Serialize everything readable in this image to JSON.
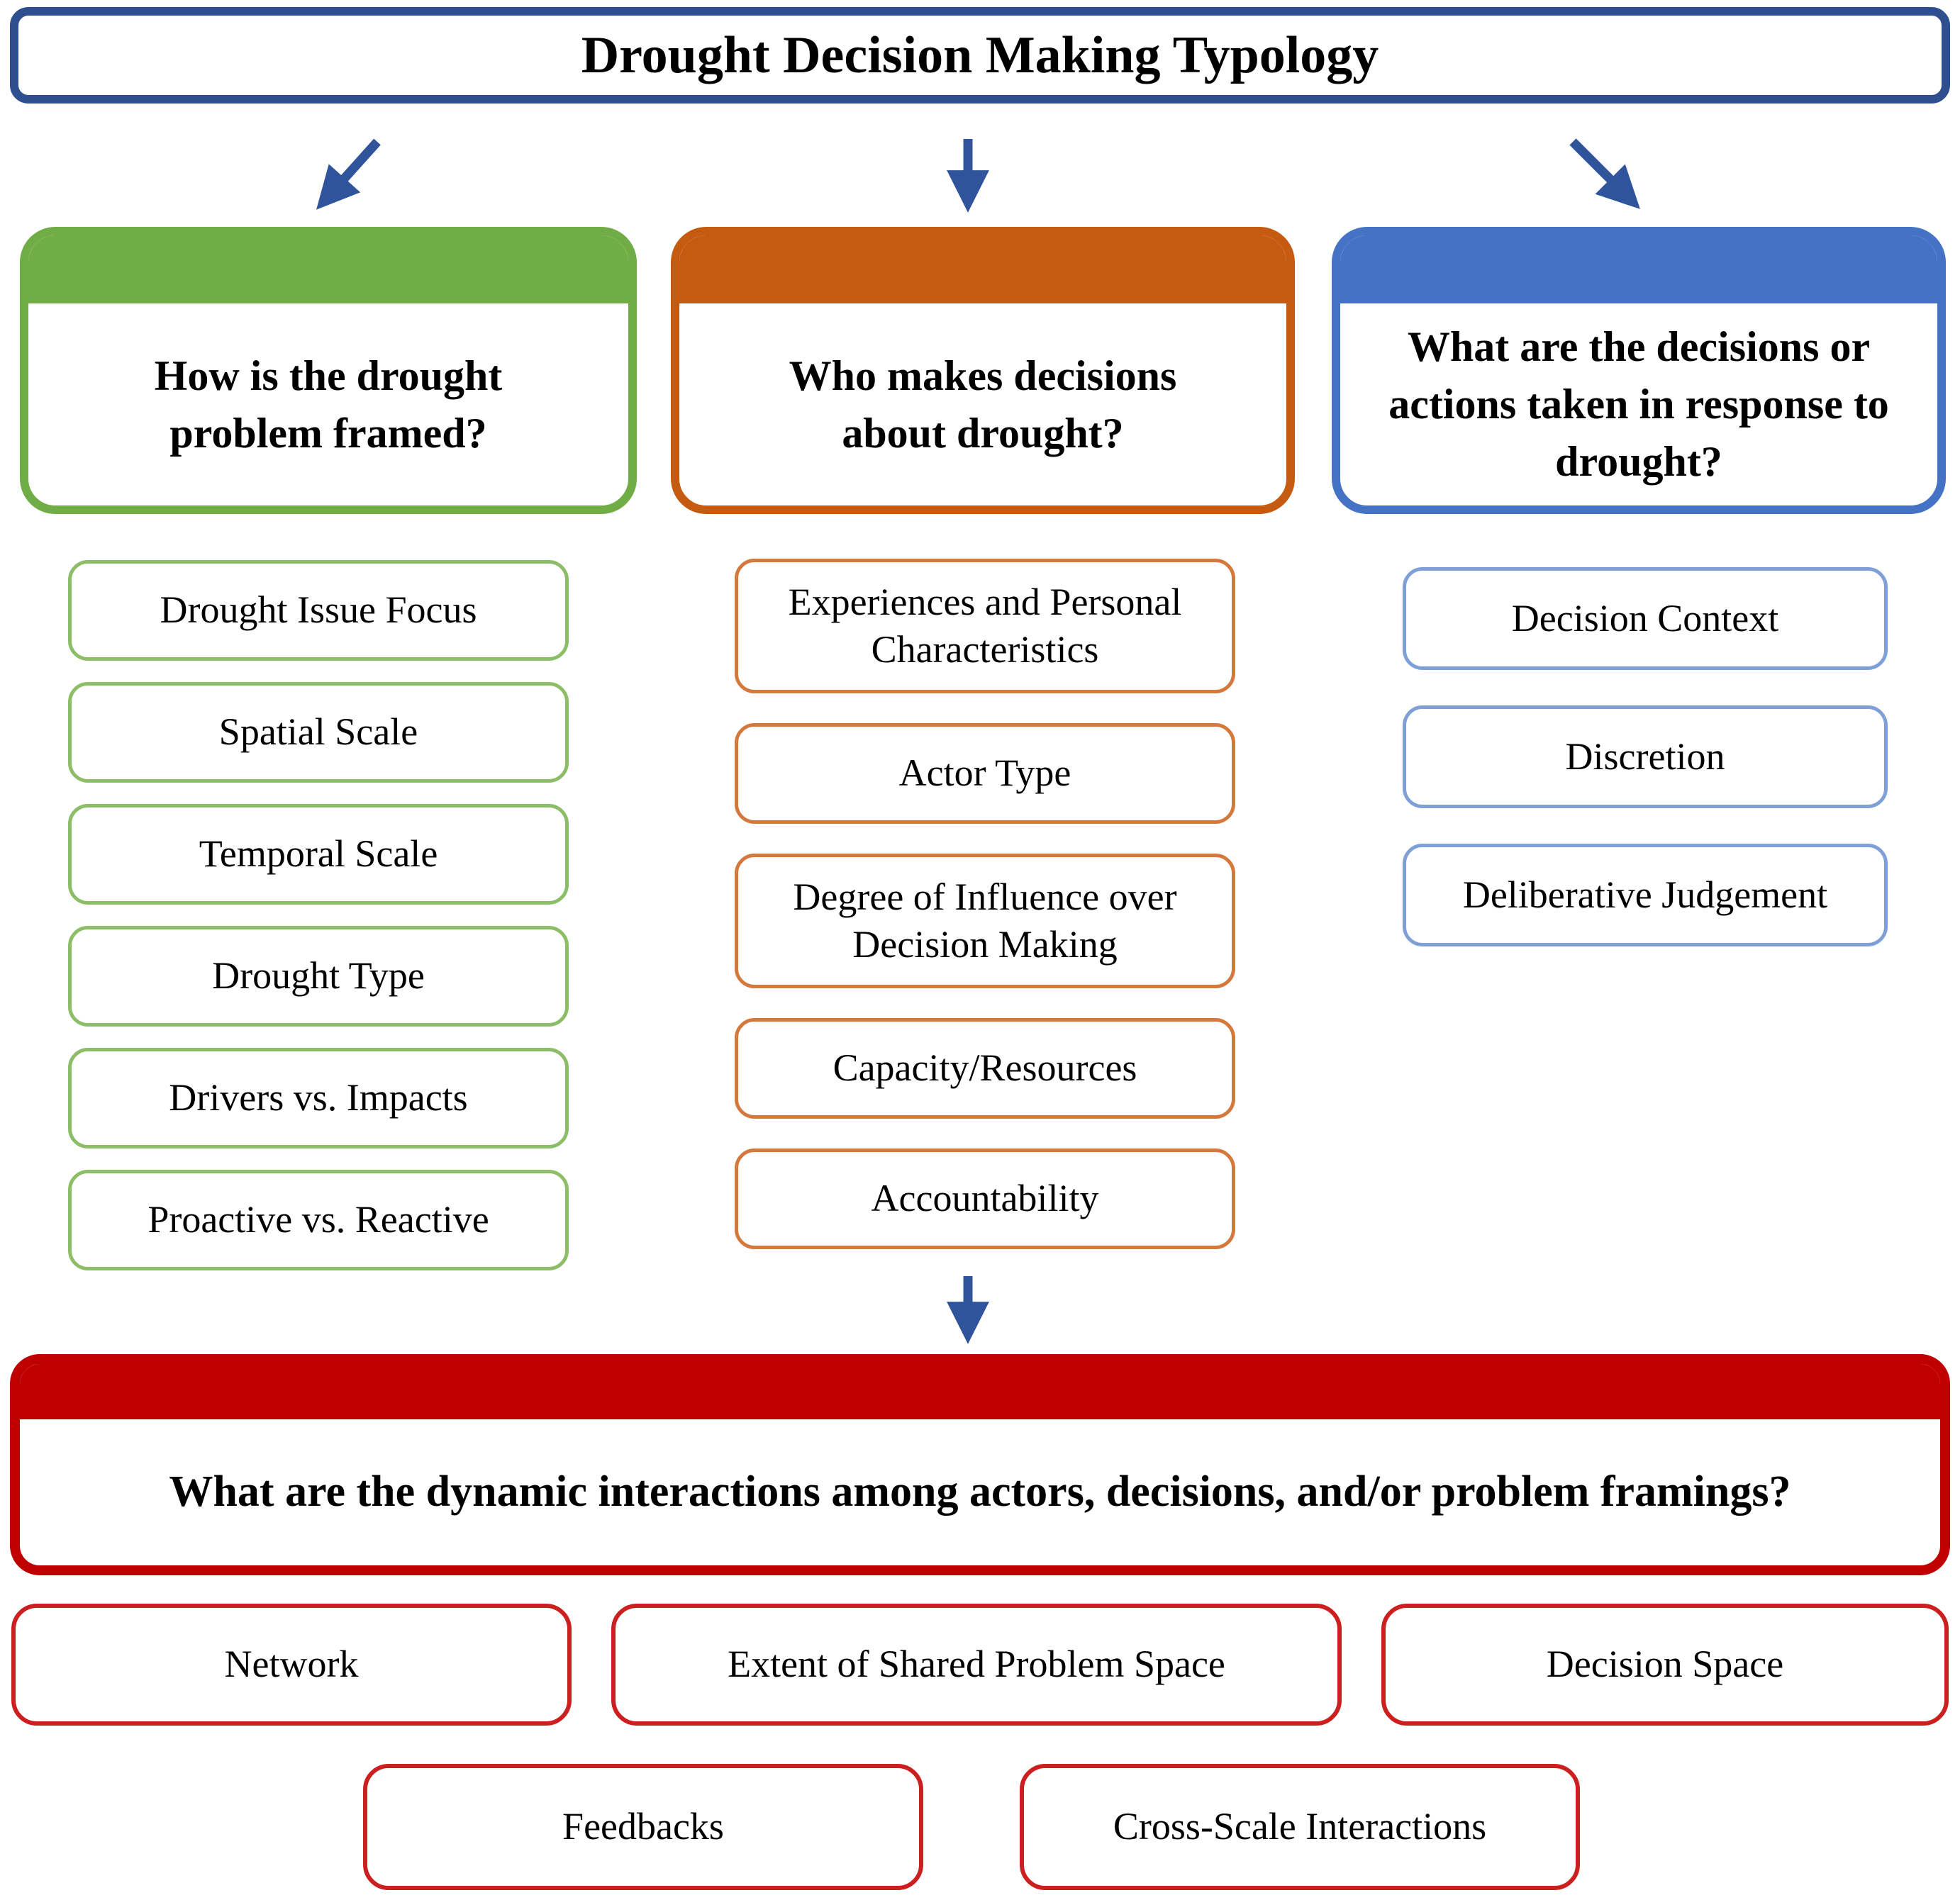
{
  "title": "Drought Decision Making Typology",
  "colors": {
    "title_border": "#2E4E8F",
    "arrow": "#30549B",
    "green": "#70AD47",
    "green_item_border": "#8CBE68",
    "orange": "#C55A11",
    "orange_item_border": "#D3793D",
    "blue": "#4472C4",
    "blue_item_border": "#7EA0D6",
    "red": "#C00000",
    "red_item_border": "#CC2020"
  },
  "columns": [
    {
      "id": "problem-framing",
      "question": "How is the drought problem framed?",
      "items": [
        "Drought Issue Focus",
        "Spatial Scale",
        "Temporal Scale",
        "Drought Type",
        "Drivers vs. Impacts",
        "Proactive vs. Reactive"
      ]
    },
    {
      "id": "decision-makers",
      "question": "Who makes decisions about drought?",
      "items": [
        "Experiences and Personal Characteristics",
        "Actor Type",
        "Degree of Influence over Decision Making",
        "Capacity/Resources",
        "Accountability"
      ]
    },
    {
      "id": "decisions-actions",
      "question": "What are the decisions or actions taken in response to drought?",
      "items": [
        "Decision Context",
        "Discretion",
        "Deliberative Judgement"
      ]
    }
  ],
  "interactions": {
    "question": "What are the dynamic interactions among actors, decisions, and/or problem framings?",
    "row1": [
      "Network",
      "Extent of Shared Problem Space",
      "Decision Space"
    ],
    "row2": [
      "Feedbacks",
      "Cross-Scale Interactions"
    ]
  }
}
